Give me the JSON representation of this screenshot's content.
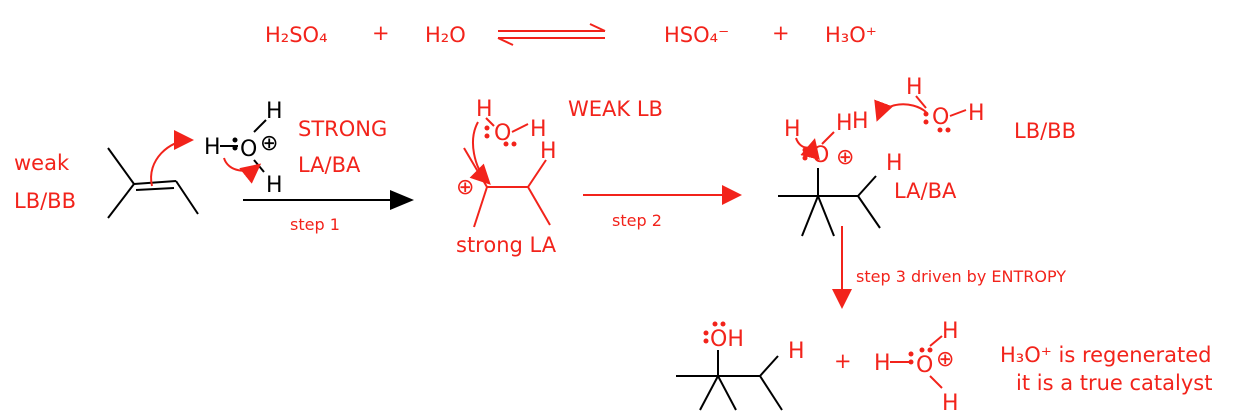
{
  "colors": {
    "accent": "#f2231b",
    "ink": "#000000"
  },
  "equation": {
    "left1": "H₂SO₄",
    "plus1": "+",
    "left2": "H₂O",
    "right1": "HSO₄⁻",
    "plus2": "+",
    "right2": "H₃O⁺"
  },
  "labels": {
    "weak_lb_bb_line1": "weak",
    "weak_lb_bb_line2": "LB/BB",
    "strong_line1": "STRONG",
    "strong_line2": "LA/BA",
    "step1": "step 1",
    "weak_lb": "WEAK LB",
    "strong_la": "strong LA",
    "step2": "step 2",
    "lb_bb": "LB/BB",
    "la_ba": "LA/BA",
    "step3": "step 3 driven by ENTROPY",
    "plus": "+",
    "note_line1": "H₃O⁺ is regenerated",
    "note_line2": "it is a true catalyst"
  },
  "atoms": {
    "H": "H",
    "O": "O",
    "OH": "OH",
    "plus_charge": "⊕"
  }
}
